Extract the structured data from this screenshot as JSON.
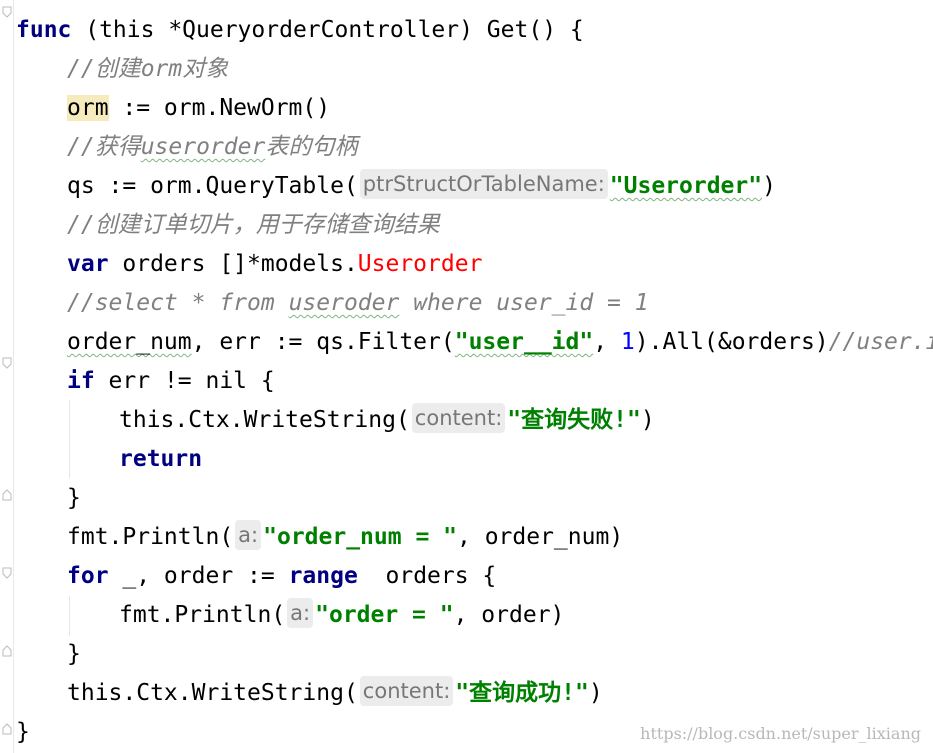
{
  "code": {
    "l1_kw": "func",
    "l1_sig": " (this *QueryorderController) Get() {",
    "l2_comment": "//创建orm对象",
    "l3_var": "orm",
    "l3_rest": " := orm.NewOrm()",
    "l4_comment_a": "//获得",
    "l4_comment_b": "userorder",
    "l4_comment_c": "表的句柄",
    "l5_pre": "qs := orm.QueryTable(",
    "l5_hint": "ptrStructOrTableName:",
    "l5_str": "\"Userorder\"",
    "l5_post": ")",
    "l6_comment": "//创建订单切片，用于存储查询结果",
    "l7_kw": "var",
    "l7_mid": " orders []*models.",
    "l7_type": "Userorder",
    "l8_comment_a": "//select * from ",
    "l8_comment_b": "useroder",
    "l8_comment_c": " where user_id = 1",
    "l9_a": "order_num",
    "l9_b": ", err := qs.Filter(",
    "l9_str": "\"user__id\"",
    "l9_c": ", ",
    "l9_num": "1",
    "l9_d": ").All(&orders)",
    "l9_comment": "//user.id",
    "l10_kw": "if",
    "l10_rest": " err != nil {",
    "l11_pre": "this.Ctx.WriteString(",
    "l11_hint": "content:",
    "l11_str": "\"查询失败!\"",
    "l11_post": ")",
    "l12_kw": "return",
    "l13_brace": "}",
    "l14_pre": "fmt.Println(",
    "l14_hint": "a:",
    "l14_str": "\"order_num = \"",
    "l14_post": ", order_num)",
    "l15_kw1": "for",
    "l15_mid": " _, order := ",
    "l15_kw2": "range",
    "l15_post": "  orders {",
    "l16_pre": "fmt.Println(",
    "l16_hint": "a:",
    "l16_str": "\"order = \"",
    "l16_post": ", order)",
    "l17_brace": "}",
    "l18_pre": "this.Ctx.WriteString(",
    "l18_hint": "content:",
    "l18_str": "\"查询成功!\"",
    "l18_post": ")",
    "l19_brace": "}"
  },
  "watermark": "https://blog.csdn.net/super_lixiang",
  "colors": {
    "keyword": "#000080",
    "comment": "#808080",
    "string": "#008000",
    "number": "#0000ff",
    "type_error": "#ff0000",
    "hint_background": "#ececec",
    "highlight": "#f6ebbc"
  },
  "icons": [
    "fold-marker-icon"
  ]
}
